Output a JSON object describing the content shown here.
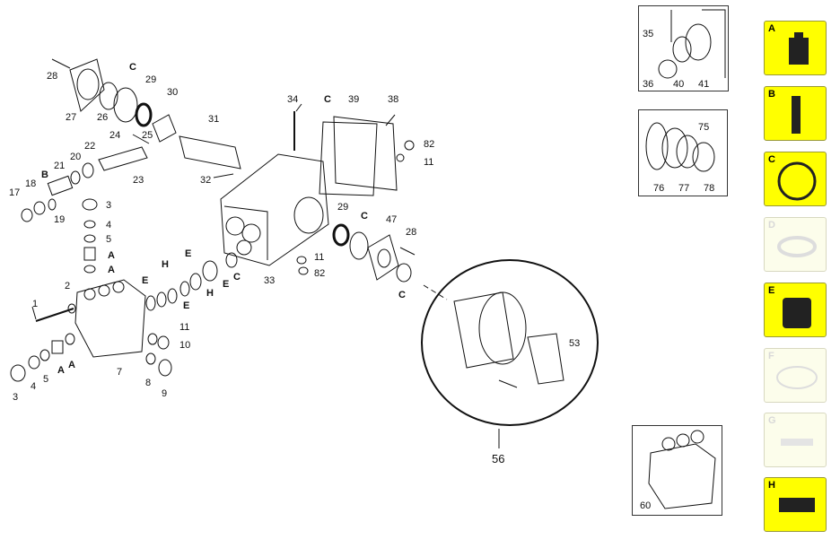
{
  "main_labels": {
    "p28a": "28",
    "p27": "27",
    "p26": "26",
    "pCtop": "C",
    "p29a": "29",
    "p30": "30",
    "p31": "31",
    "p24": "24",
    "p25": "25",
    "p23": "23",
    "p32": "32",
    "p22": "22",
    "p20": "20",
    "p21": "21",
    "pB": "B",
    "p18": "18",
    "p17": "17",
    "p19": "19",
    "p3a": "3",
    "p4a": "4",
    "p5a": "5",
    "pA1": "A",
    "pA2": "A",
    "p34": "34",
    "pC2": "C",
    "p39": "39",
    "p38": "38",
    "p82a": "82",
    "p11a": "11",
    "p29b": "29",
    "pC3": "C",
    "p47": "47",
    "p28b": "28",
    "p11b": "11",
    "p82b": "82",
    "p33": "33",
    "pC4": "C",
    "pC5": "C",
    "pE1": "E",
    "pH1": "H",
    "pE2": "E",
    "pE3": "E",
    "pH2": "H",
    "pE4": "E",
    "p1": "1",
    "p2": "2",
    "p11c": "11",
    "p10": "10",
    "p7": "7",
    "p8": "8",
    "p9": "9",
    "p3b": "3",
    "p4b": "4",
    "p5b": "5",
    "pA3": "A",
    "pA4": "A",
    "p53": "53",
    "p56": "56"
  },
  "insets": {
    "top": {
      "l35": "35",
      "l36": "36",
      "l40": "40",
      "l41": "41"
    },
    "mid": {
      "l75": "75",
      "l76": "76",
      "l77": "77",
      "l78": "78"
    },
    "bottom": {
      "l60": "60"
    }
  },
  "kits": [
    {
      "letter": "A",
      "state": "active"
    },
    {
      "letter": "B",
      "state": "active"
    },
    {
      "letter": "C",
      "state": "active"
    },
    {
      "letter": "D",
      "state": "inactive"
    },
    {
      "letter": "E",
      "state": "active"
    },
    {
      "letter": "F",
      "state": "inactive"
    },
    {
      "letter": "G",
      "state": "inactive"
    },
    {
      "letter": "H",
      "state": "active"
    }
  ],
  "colors": {
    "kit_active": "#ffff00",
    "kit_inactive": "#fcfdeb",
    "line": "#111111"
  }
}
